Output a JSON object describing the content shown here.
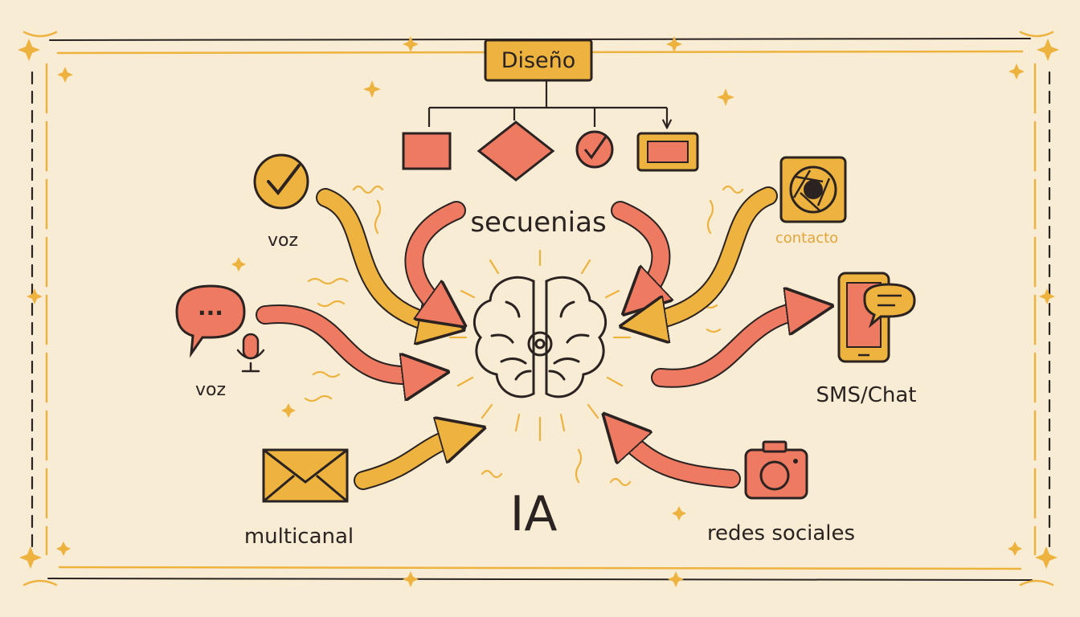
{
  "labels": {
    "design": "Diseño",
    "sequences": "secuenias",
    "voice_top": "voz",
    "voice_left": "voz",
    "contact": "contacto",
    "sms_chat": "SMS/Chat",
    "multichannel": "multicanal",
    "social": "redes sociales",
    "ai": "IA",
    "chat_bubble_dots": "..."
  },
  "colors": {
    "background": "#f8ecd4",
    "gold": "#eeb23e",
    "coral": "#ef7a62",
    "ink": "#2a2321",
    "contact_label": "#e3a43a"
  },
  "icons": [
    "checkmark-circle-icon",
    "chat-bubble-icon",
    "microphone-icon",
    "envelope-icon",
    "aperture-icon",
    "phone-chat-icon",
    "camera-icon",
    "brain-icon",
    "flowchart-icon"
  ]
}
